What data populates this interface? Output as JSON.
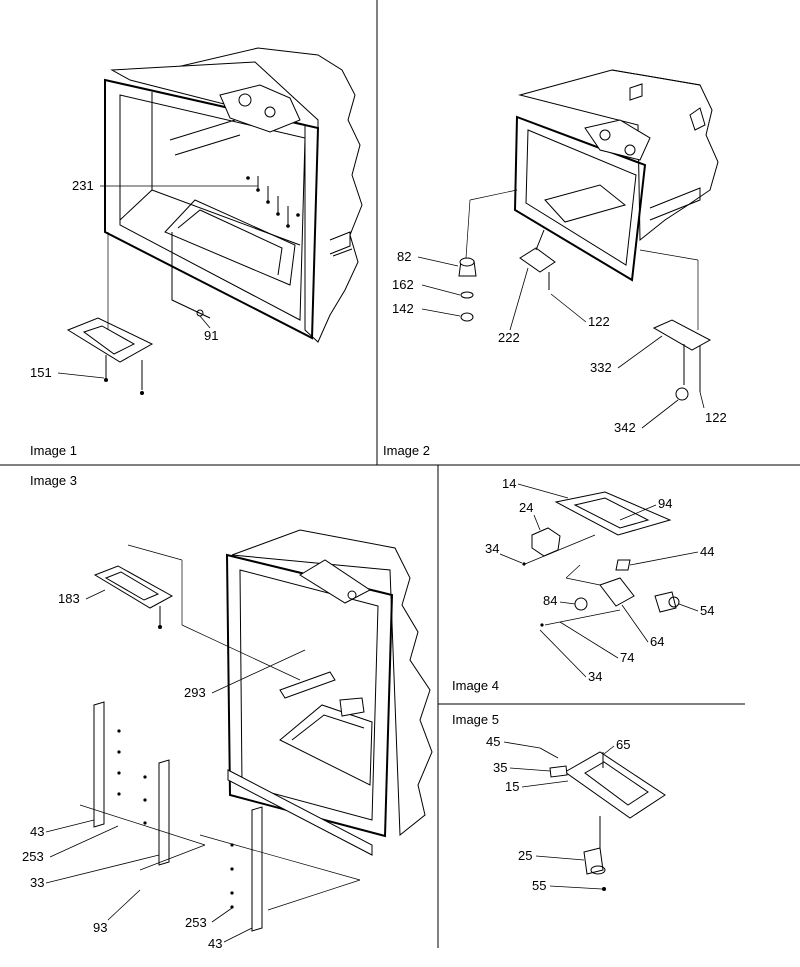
{
  "panels": [
    {
      "caption": "Image 1",
      "labels": [
        "231",
        "91",
        "151"
      ]
    },
    {
      "caption": "Image 2",
      "labels": [
        "82",
        "162",
        "142",
        "222",
        "122",
        "332",
        "342",
        "122"
      ]
    },
    {
      "caption": "Image 3",
      "labels": [
        "183",
        "293",
        "43",
        "253",
        "33",
        "93",
        "253",
        "43"
      ]
    },
    {
      "caption": "Image 4",
      "labels": [
        "14",
        "24",
        "94",
        "34",
        "44",
        "84",
        "54",
        "64",
        "74",
        "34"
      ]
    },
    {
      "caption": "Image 5",
      "labels": [
        "45",
        "65",
        "35",
        "15",
        "25",
        "55"
      ]
    }
  ]
}
